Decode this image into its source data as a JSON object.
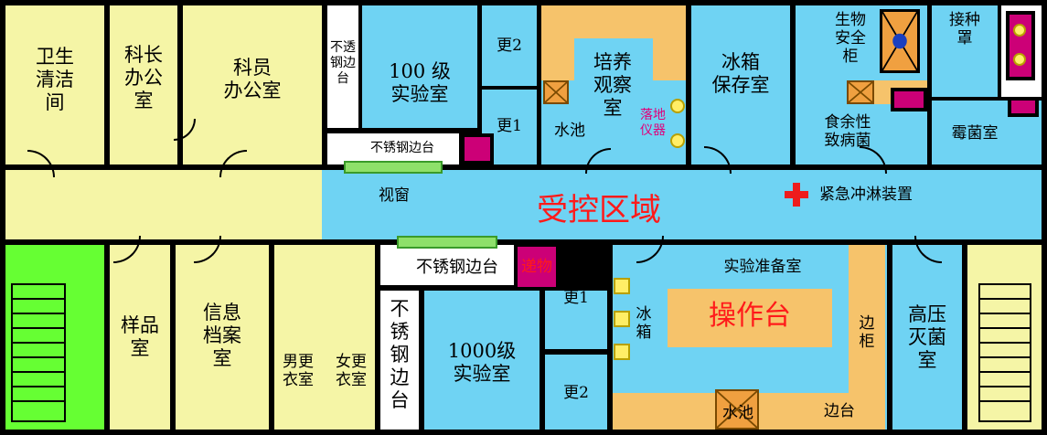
{
  "rooms": {
    "hygiene": "卫生\n清洁\n间",
    "section_chief": "科长\n办公\n室",
    "staff_office": "科员\n办公室",
    "opaque_bench": "不透\n钢边\n台",
    "lab_100": "100 级\n实验室",
    "change2_top": "更2",
    "change1_top": "更1",
    "culture_room": "培养\n观察\n室",
    "sink_top": "水池",
    "floor_instruments": "落地\n仪器",
    "fridge_storage": "冰箱\n保存室",
    "biosafety_cabinet": "生物\n安全\n柜",
    "inoculation_hood": "接种\n罩",
    "food_pathogen": "食余性\n致病菌",
    "mold_room": "霉菌室",
    "stainless_bench_top": "不锈钢边台",
    "window": "视窗",
    "controlled_area": "受控区域",
    "emergency_shower": "紧急冲淋装置",
    "stainless_bench_mid": "不锈钢边台",
    "pass_box": "递物",
    "sample_room": "样品\n室",
    "archive_room": "信息\n档案\n室",
    "male_locker": "男更\n衣室",
    "female_locker": "女更\n衣室",
    "stainless_bench_vertical": "不\n锈\n钢\n边\n台",
    "lab_1000": "1000级\n实验室",
    "change1_bottom": "更1",
    "change2_bottom": "更2",
    "fridge": "冰\n箱",
    "prep_room": "实验准备室",
    "workbench": "操作台",
    "side_cabinet": "边\n柜",
    "sink_bottom": "水池",
    "side_bench": "边台",
    "autoclave": "高压\n灭菌\n室"
  },
  "colors": {
    "office": "#f5f5a6",
    "lab": "#6fd3f3",
    "stair_left": "#66ff33",
    "bench": "#f6c36b",
    "wall": "#000000",
    "highlight_text": "#ff1a1a",
    "instrument_text": "#e0007a"
  },
  "icons": {
    "emergency_shower": "red-cross-icon",
    "stairs": "staircase-icon",
    "biosafety_cabinet": "cabinet-x-icon"
  }
}
